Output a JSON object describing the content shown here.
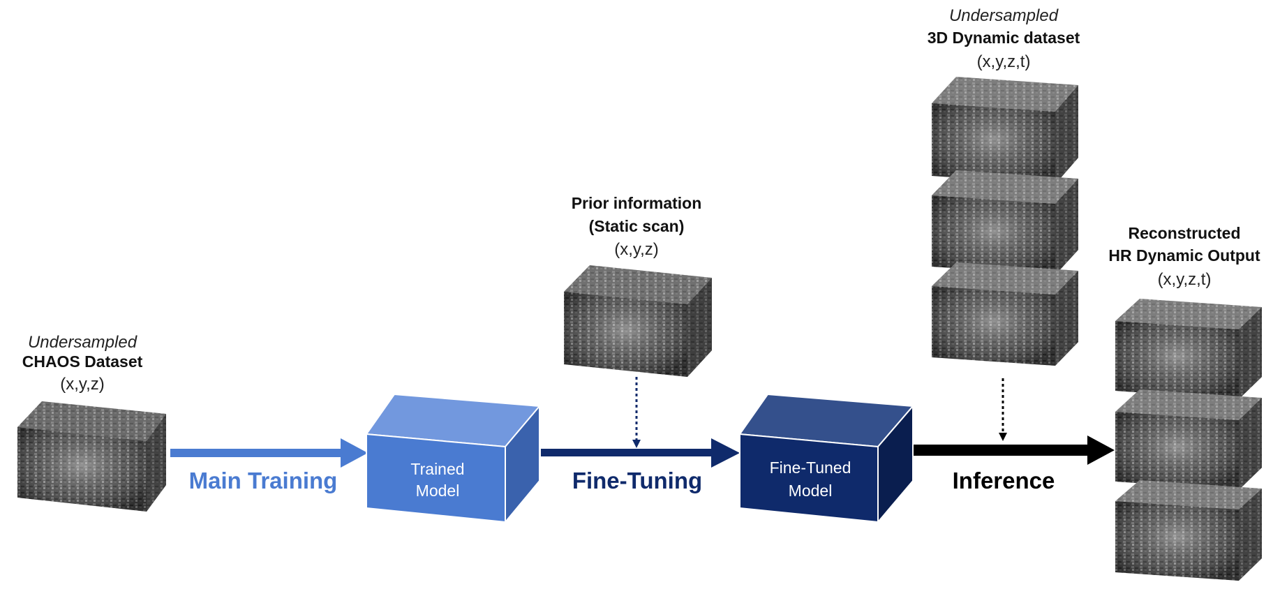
{
  "inputs": {
    "chaos": {
      "line1": "Undersampled",
      "line2": "CHAOS Dataset",
      "line3": "(x,y,z)"
    },
    "prior": {
      "line1": "Prior information",
      "line2": "(Static scan)",
      "line3": "(x,y,z)"
    },
    "dynamic": {
      "line1": "Undersampled",
      "line2": "3D Dynamic dataset",
      "line3": "(x,y,z,t)"
    },
    "output": {
      "line1": "Reconstructed",
      "line2": "HR Dynamic Output",
      "line3": "(x,y,z,t)"
    }
  },
  "models": {
    "trained": {
      "line1": "Trained",
      "line2": "Model"
    },
    "finetuned": {
      "line1": "Fine-Tuned",
      "line2": "Model"
    }
  },
  "stages": {
    "main_training": "Main Training",
    "fine_tuning": "Fine-Tuning",
    "inference": "Inference"
  },
  "colors": {
    "main_training": "#4a7bd1",
    "fine_tuning": "#0f2a6b",
    "inference": "#000000",
    "trained_front": "#4a7bd1",
    "trained_top": "#7298de",
    "trained_side": "#3a62ad",
    "finetuned_front": "#0f2a6b",
    "finetuned_top": "#34508c",
    "finetuned_side": "#0a1e4f"
  }
}
